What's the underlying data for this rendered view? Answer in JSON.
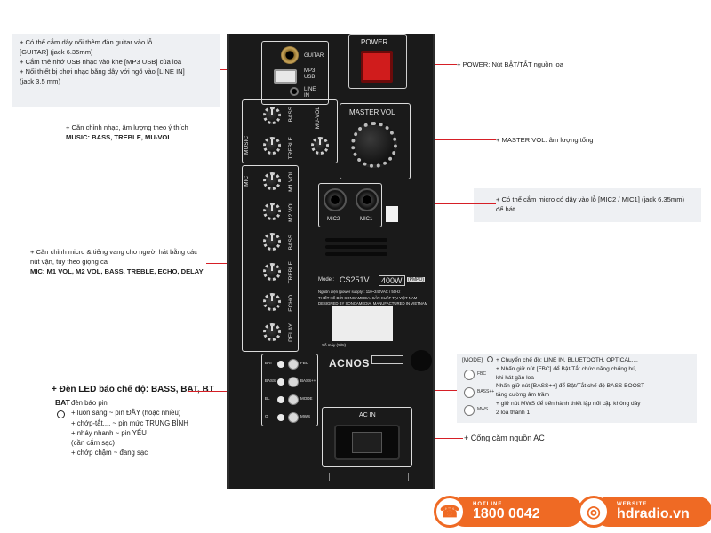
{
  "notes": {
    "top_left": [
      "+ Có thể cắm dây nối thêm đàn guitar vào lỗ",
      "[GUITAR] (jack 6.35mm)",
      "+ Cắm thẻ nhớ USB nhạc vào khe [MP3 USB] của loa",
      "+ Nối thiết bị chơi nhạc bằng dây với ngõ vào [LINE IN]",
      "(jack 3.5 mm)"
    ],
    "music": [
      "+ Căn chỉnh nhạc, âm lượng theo ý thích",
      "MUSIC: BASS, TREBLE, MU-VOL"
    ],
    "mic": [
      "+ Căn chỉnh micro & tiếng vang cho người hát bằng các",
      "nút vặn, tùy theo giọng ca",
      "MIC: M1 VOL, M2 VOL, BASS, TREBLE, ECHO, DELAY"
    ],
    "led_title": "+ Đèn LED báo chế độ: BASS, BAT, BT",
    "led_lines": [
      "đèn báo pin",
      "+ luôn sáng ~ pin ĐẦY (hoặc nhiều)",
      "+ chớp-tắt.... ~ pin mức TRUNG BÌNH",
      "+ nháy nhanh ~ pin YẾU",
      "(cần cắm sạc)",
      "+ chớp chậm ~ đang sạc"
    ],
    "bat_label": "BAT",
    "power": "+ POWER: Nút BẬT/TẮT nguồn loa",
    "master_vol": "+ MASTER VOL: âm lượng tổng",
    "mic_jacks": [
      "+ Có thể cắm micro có dây vào lỗ [MIC2 / MIC1] (jack 6.35mm)",
      "để hát"
    ],
    "mode_box": {
      "mode_label": "[MODE]",
      "lines": [
        "+ Chuyển chế độ: LINE IN, BLUETOOTH, OPTICAL,...",
        "+ Nhấn giữ nút [FBC] để Bật/Tắt chức năng chống hú,",
        "khi hát gần loa",
        "Nhấn giữ nút [BASS++] để Bật/Tắt chế độ BASS BOOST",
        "tăng cường âm trầm",
        "+ giữ nút MWS để tiến hành thiết lập nối cặp không dây",
        "2 loa thành 1"
      ],
      "icon_labels": [
        "FBC",
        "BASS++",
        "MWS"
      ]
    },
    "ac_in": "+ Cổng cắm nguồn AC"
  },
  "panel": {
    "guitar": "GUITAR",
    "mp3_usb": "MP3\nUSB",
    "line_in": "LINE\nIN",
    "power": "POWER",
    "master_vol": "MASTER VOL",
    "music": "MUSIC",
    "music_knobs": [
      "BASS",
      "TREBLE",
      "MU-VOL"
    ],
    "mic": "MIC",
    "mic_knobs": [
      "M1 VOL",
      "M2 VOL",
      "BASS",
      "TREBLE",
      "ECHO",
      "DELAY"
    ],
    "mic2": "MIC2",
    "mic1": "MIC1",
    "model_label": "Model:",
    "model": "CS251V",
    "watt": "400W",
    "pmpo": "(PMPO)",
    "spec_lines": [
      "Nguồn điện (power supply): 110~240VAC / 50Hz",
      "THIẾT KẾ BỞI SONCAMEDIA. SẢN XUẤT TẠI VIỆT NAM",
      "DESIGNED BY SONCAMEDIA. MANUFACTURED IN VIETNAM"
    ],
    "serial_label": "Số máy (S/N)",
    "brand": "ACNOS",
    "led_labels": [
      "BAT",
      "BASS",
      "BL",
      "O"
    ],
    "button_labels": [
      "FBC",
      "BASS++",
      "MODE",
      "MWS"
    ],
    "ac_in": "AC IN"
  },
  "footer": {
    "hotline_label": "HOTLINE",
    "hotline": "1800 0042",
    "website_label": "WEBSITE",
    "website": "hdradio.vn"
  },
  "colors": {
    "accent": "#d61f26",
    "brand_orange": "#ef6a24",
    "panel": "#1a1a1a"
  }
}
